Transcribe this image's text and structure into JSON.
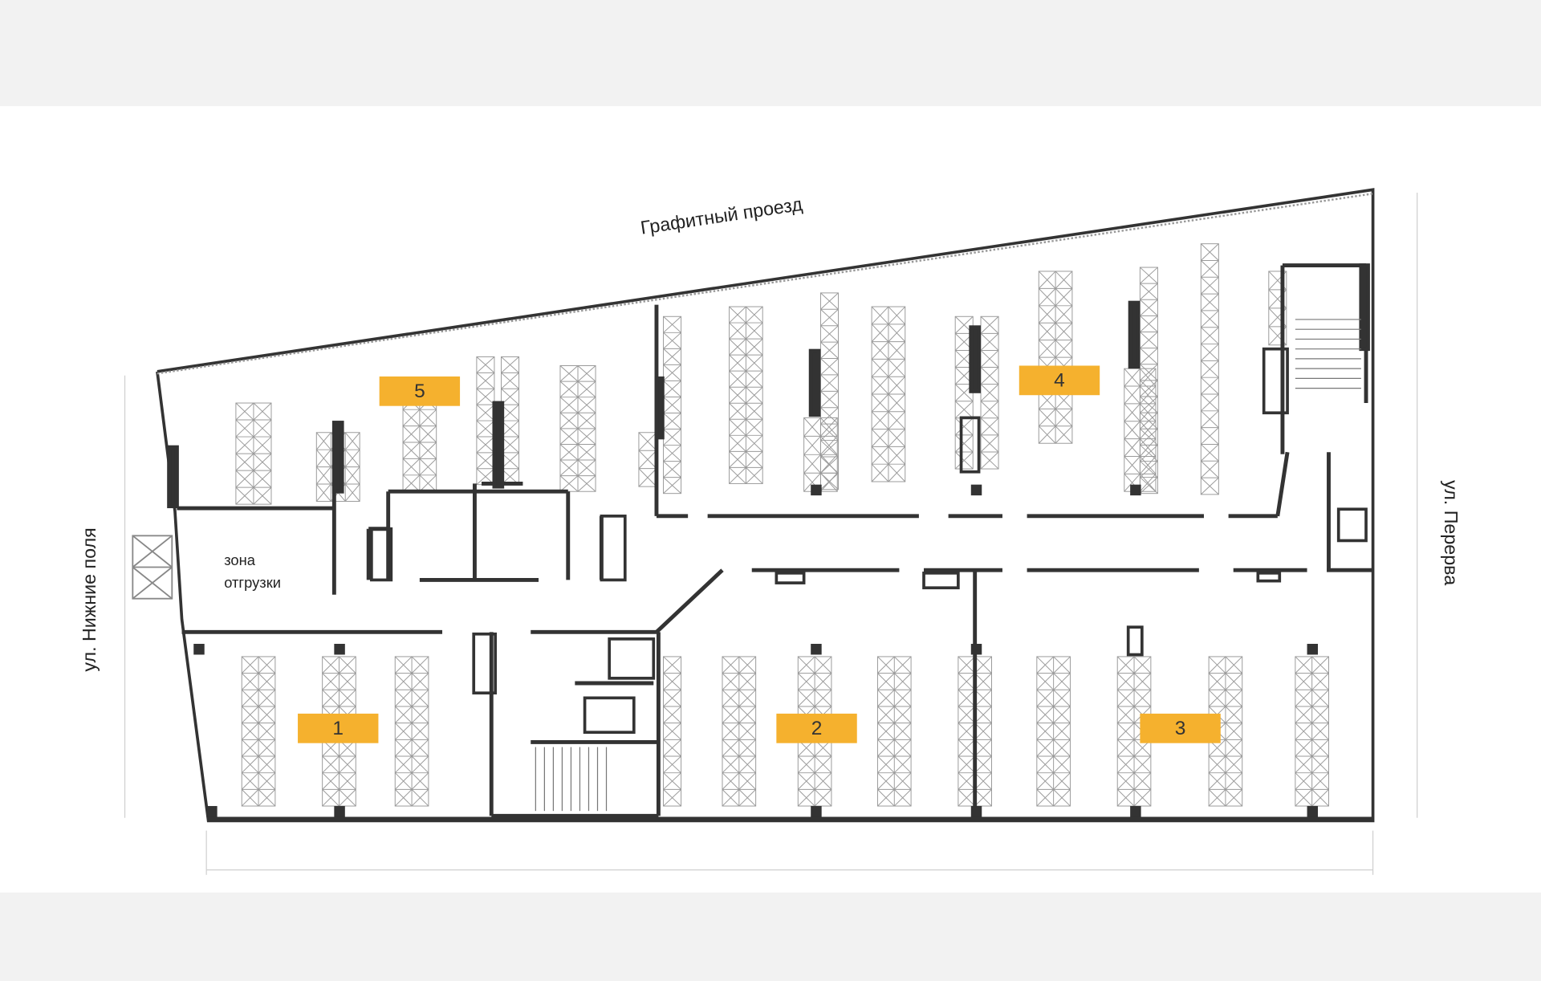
{
  "streets": {
    "top": "Графитный проезд",
    "left": "ул. Нижние поля",
    "right": "ул. Перерва"
  },
  "zones": [
    {
      "id": "1",
      "label": "1"
    },
    {
      "id": "2",
      "label": "2"
    },
    {
      "id": "3",
      "label": "3"
    },
    {
      "id": "4",
      "label": "4"
    },
    {
      "id": "5",
      "label": "5"
    }
  ],
  "loading_zone": {
    "line1": "зона",
    "line2": "отгрузки"
  },
  "colors": {
    "zone_marker": "#f5b12e",
    "wall": "#333333",
    "rack": "#9a9a9a"
  }
}
